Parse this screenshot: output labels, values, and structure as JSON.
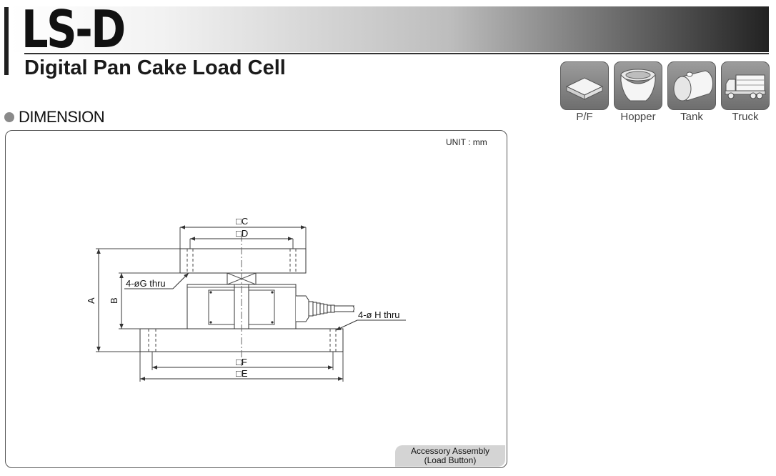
{
  "header": {
    "model": "LS-D",
    "subtitle": "Digital Pan Cake Load Cell"
  },
  "applications": [
    {
      "label": "P/F",
      "icon": "platform-icon"
    },
    {
      "label": "Hopper",
      "icon": "hopper-icon"
    },
    {
      "label": "Tank",
      "icon": "tank-icon"
    },
    {
      "label": "Truck",
      "icon": "truck-icon"
    }
  ],
  "section": {
    "title": "DIMENSION",
    "unit": "UNIT : mm"
  },
  "drawing": {
    "labels": {
      "c": "□C",
      "d": "□D",
      "f": "□F",
      "e": "□E",
      "a": "A",
      "b": "B",
      "g_holes": "4-øG thru",
      "h_holes": "4-ø H thru"
    }
  },
  "badge": {
    "line1": "Accessory Assembly",
    "line2": "(Load Button)"
  },
  "colors": {
    "accent": "#1f1f1f",
    "tile": "#8a8a8a",
    "badge": "#d4d4d4"
  }
}
